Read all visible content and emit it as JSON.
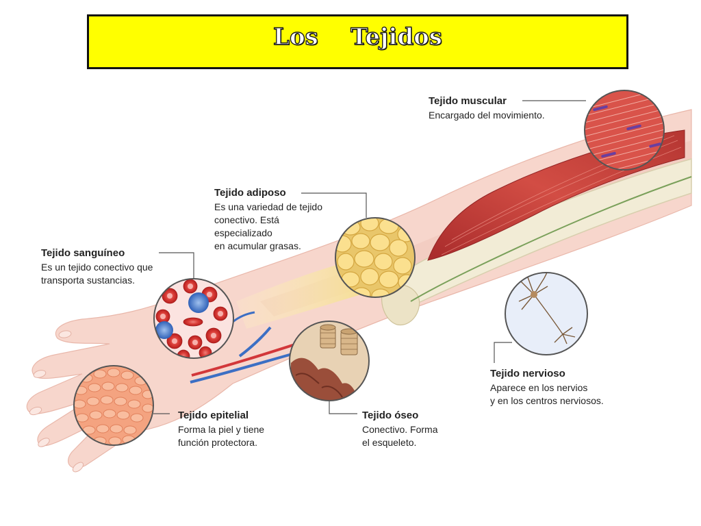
{
  "title": "Los    Tejidos",
  "colors": {
    "banner": "#ffff00",
    "skin": "#f7d6cc",
    "muscle": "#c8423a",
    "bone": "#f2ecd6",
    "artery": "#d2373a",
    "vein": "#3c6fc4",
    "nerve": "#7aa05a"
  },
  "tissues": {
    "muscular": {
      "name": "Tejido muscular",
      "lines": [
        "Encargado del movimiento."
      ],
      "icon": "muscle-fibers-icon"
    },
    "adiposo": {
      "name": "Tejido adiposo",
      "lines": [
        "Es una variedad de tejido",
        "conectivo. Está",
        "especializado",
        "en acumular grasas."
      ],
      "icon": "fat-cells-icon"
    },
    "sanguineo": {
      "name": "Tejido sanguíneo",
      "lines": [
        "Es un tejido conectivo que",
        "transporta sustancias."
      ],
      "icon": "blood-cells-icon"
    },
    "nervioso": {
      "name": "Tejido nervioso",
      "lines": [
        "Aparece en los nervios",
        "y en los centros nerviosos."
      ],
      "icon": "neuron-icon"
    },
    "epitelial": {
      "name": "Tejido epitelial",
      "lines": [
        "Forma la piel y tiene",
        "función protectora."
      ],
      "icon": "epithelial-cells-icon"
    },
    "oseo": {
      "name": "Tejido óseo",
      "lines": [
        "Conectivo. Forma",
        "el esqueleto."
      ],
      "icon": "bone-structure-icon"
    }
  }
}
